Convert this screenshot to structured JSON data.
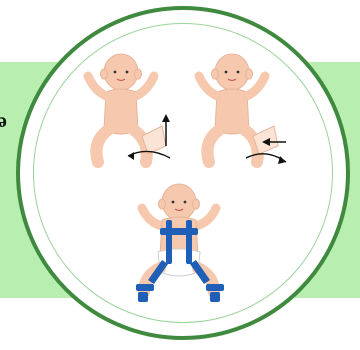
{
  "band_text": "ə",
  "colors": {
    "band": "#b8efb0",
    "ring": "#3f8a3f",
    "inner_ring": "#9ad39a",
    "skin": "#f6c8ad",
    "harness": "#1f5fb8",
    "diaper": "#ffffff"
  },
  "illustrations": [
    {
      "name": "baby-hip-abduction-up",
      "icon": "up-arrow-icon"
    },
    {
      "name": "baby-hip-abduction-left",
      "icon": "left-arrow-icon"
    },
    {
      "name": "baby-in-pavlik-harness",
      "icon": "harness-icon"
    }
  ]
}
